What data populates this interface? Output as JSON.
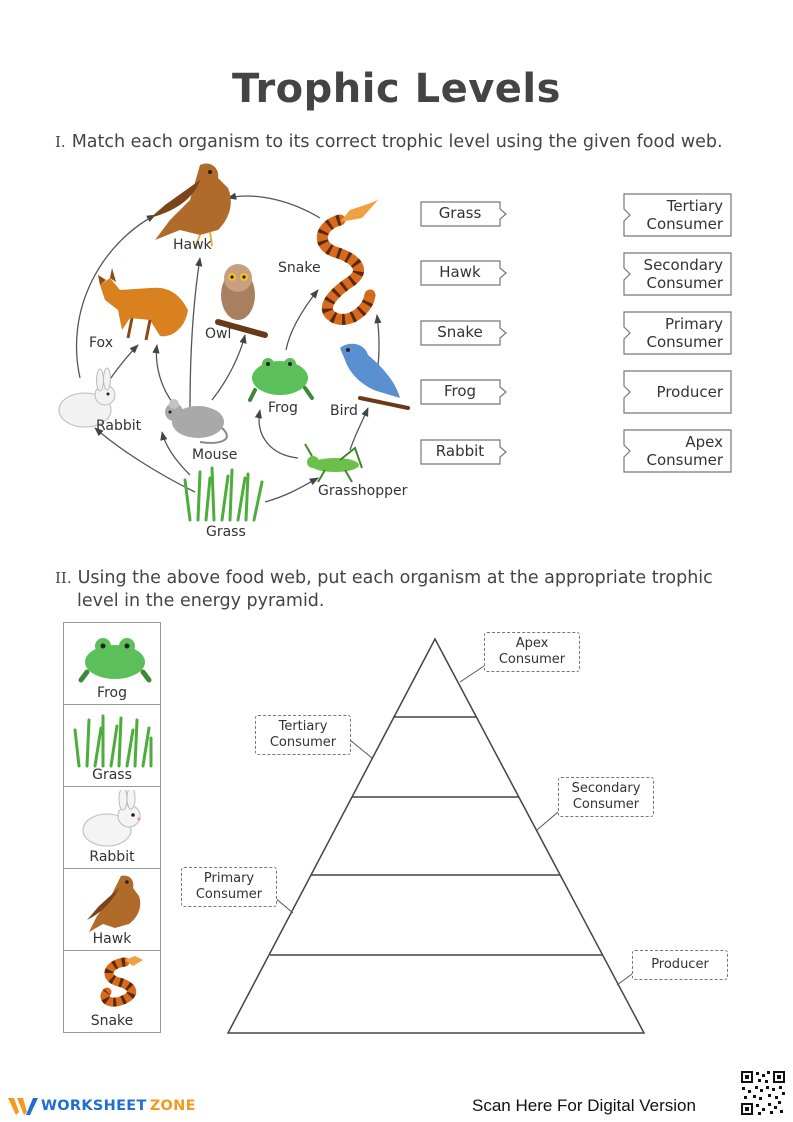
{
  "title": "Trophic Levels",
  "section1": {
    "numeral": "I.",
    "instruction": "Match each organism to its correct trophic level using the given food web.",
    "food_web_labels": {
      "hawk": "Hawk",
      "snake": "Snake",
      "fox": "Fox",
      "owl": "Owl",
      "frog": "Frog",
      "bird": "Bird",
      "rabbit": "Rabbit",
      "mouse": "Mouse",
      "grasshopper": "Grasshopper",
      "grass": "Grass"
    },
    "organism_tags": [
      "Grass",
      "Hawk",
      "Snake",
      "Frog",
      "Rabbit"
    ],
    "level_tags": [
      [
        "Tertiary",
        "Consumer"
      ],
      [
        "Secondary",
        "Consumer"
      ],
      [
        "Primary",
        "Consumer"
      ],
      [
        "Producer"
      ],
      [
        "Apex",
        "Consumer"
      ]
    ]
  },
  "section2": {
    "numeral": "II.",
    "instruction_line1": "Using the above food web, put each organism at the appropriate trophic",
    "instruction_line2": "level in the energy pyramid.",
    "organisms": [
      "Frog",
      "Grass",
      "Rabbit",
      "Hawk",
      "Snake"
    ],
    "pyramid_labels": {
      "apex": [
        "Apex",
        "Consumer"
      ],
      "tertiary": [
        "Tertiary",
        "Consumer"
      ],
      "secondary": [
        "Secondary",
        "Consumer"
      ],
      "primary": [
        "Primary",
        "Consumer"
      ],
      "producer": [
        "Producer"
      ]
    }
  },
  "footer": {
    "brand_part1": "WORKSHEET",
    "brand_part2": "ZONE",
    "scan_text": "Scan Here For Digital Version"
  },
  "colors": {
    "brand_blue": "#1f6fd0",
    "brand_orange": "#f29a1f",
    "frog_green": "#5cc05a",
    "hawk_brown": "#b06a2a",
    "snake_orange": "#d86a1e",
    "bird_blue": "#5a8fd0",
    "fox_orange": "#d9801f"
  }
}
